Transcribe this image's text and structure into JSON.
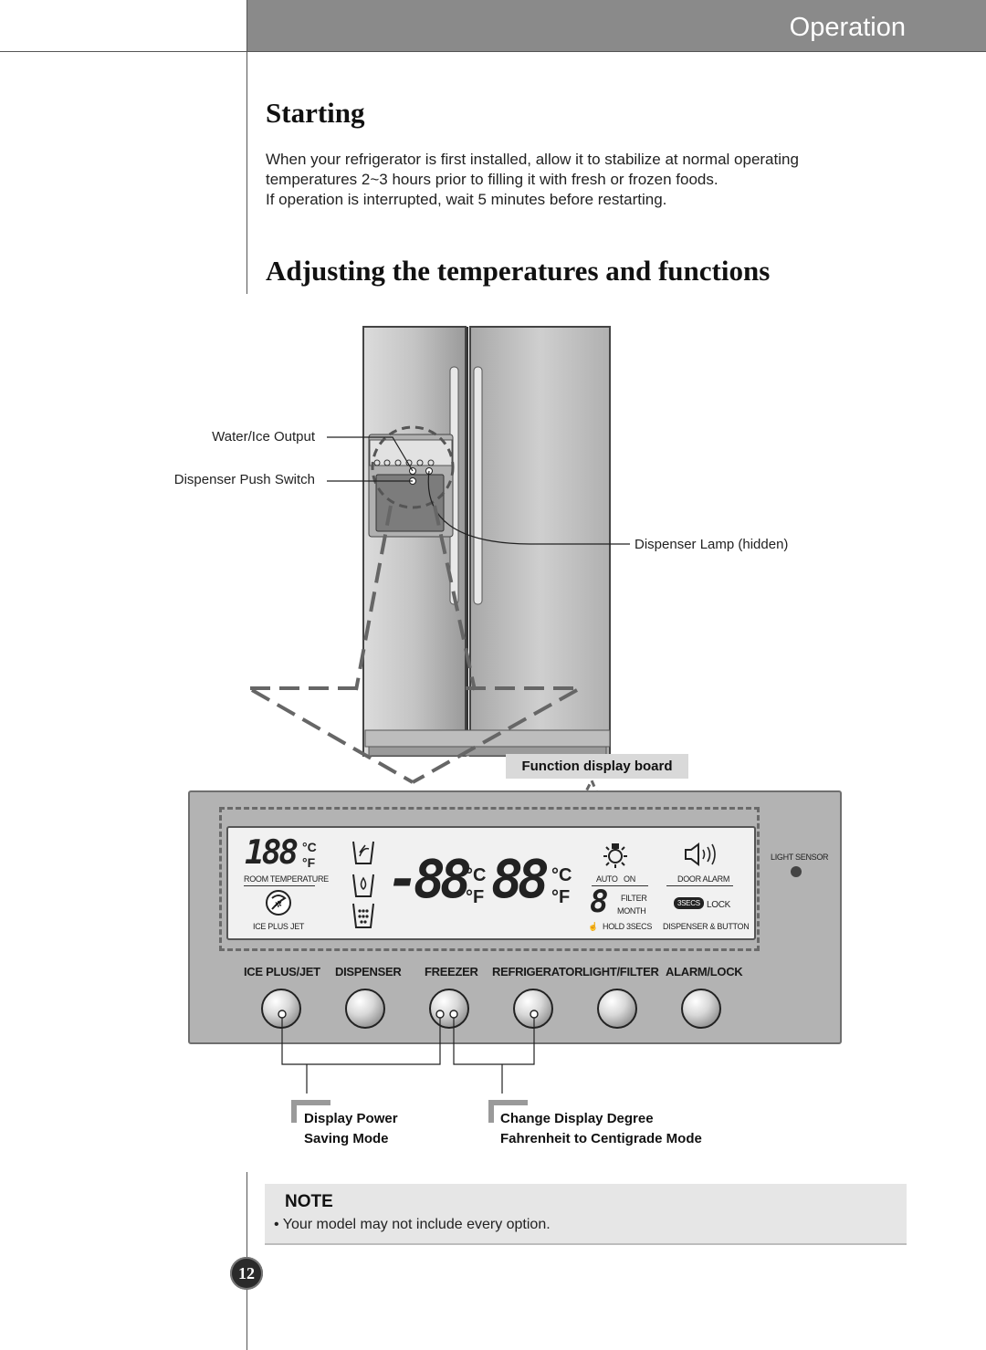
{
  "header": {
    "section": "Operation"
  },
  "starting": {
    "title": "Starting",
    "line1": "When your refrigerator is first installed, allow it to stabilize at normal operating",
    "line2": "temperatures 2~3 hours prior to filling it with fresh or frozen foods.",
    "line3": "If operation is interrupted, wait 5 minutes before restarting."
  },
  "adjusting": {
    "title": "Adjusting the temperatures and functions"
  },
  "callouts": {
    "water_ice_output": "Water/Ice Output",
    "dispenser_push_switch": "Dispenser Push Switch",
    "dispenser_lamp": "Dispenser Lamp (hidden)",
    "function_display_board": "Function display board"
  },
  "display": {
    "room_temp_digits": "188",
    "unit_c": "°C",
    "unit_f": "°F",
    "room_temperature": "ROOM TEMPERATURE",
    "ice_plus": "ICE PLUS",
    "jet": "JET",
    "freezer_digits": "-88",
    "fridge_digits": "88",
    "auto": "AUTO",
    "on": "ON",
    "filter_digit": "8",
    "filter": "FILTER",
    "month": "MONTH",
    "hold_3secs": "HOLD 3SECS",
    "door_alarm": "DOOR ALARM",
    "secs_badge": "3SECS",
    "lock": "LOCK",
    "dispenser_button": "DISPENSER & BUTTON",
    "light_sensor": "LIGHT SENSOR"
  },
  "buttons": [
    {
      "label": "ICE PLUS/JET"
    },
    {
      "label": "DISPENSER"
    },
    {
      "label": "FREEZER"
    },
    {
      "label": "REFRIGERATOR"
    },
    {
      "label": "LIGHT/FILTER"
    },
    {
      "label": "ALARM/LOCK"
    }
  ],
  "modes": {
    "display_power_1": "Display Power",
    "display_power_2": "Saving Mode",
    "change_degree_1": "Change Display Degree",
    "change_degree_2": "Fahrenheit to Centigrade Mode"
  },
  "note": {
    "title": "NOTE",
    "text": "• Your model may not include every option."
  },
  "page_number": "12",
  "colors": {
    "header_bar": "#8a8a8a",
    "panel": "#b3b3b3",
    "note_bg": "#e6e6e6"
  }
}
